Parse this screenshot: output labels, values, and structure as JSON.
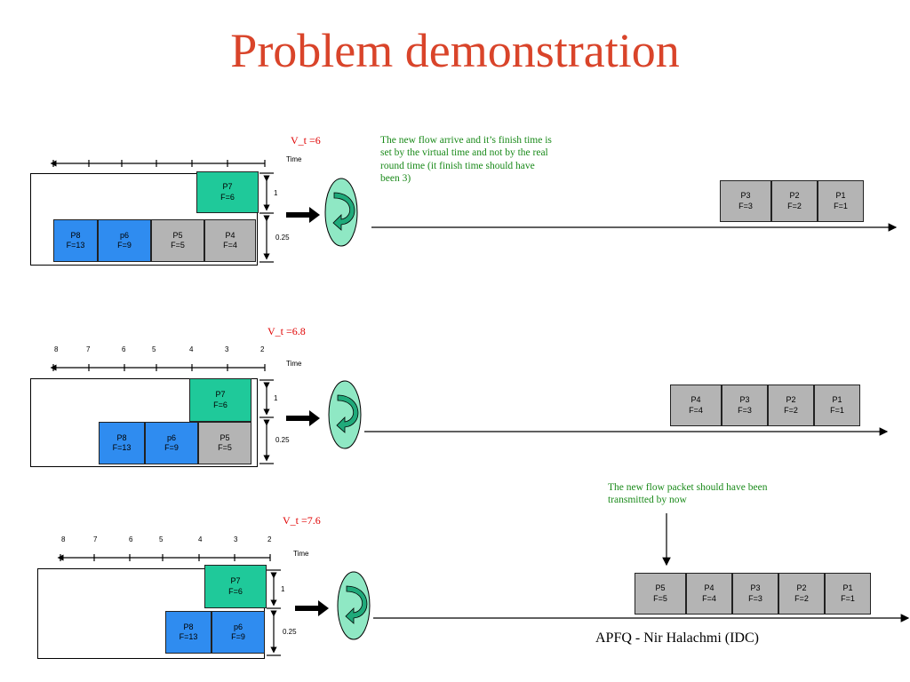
{
  "title": "Problem demonstration",
  "footer": "APFQ - Nir Halachmi (IDC)",
  "time_label": "Time",
  "dim_labels": {
    "top": "1",
    "bottom": "0.25"
  },
  "notes": {
    "top": "The new flow arrive and it’s finish time is set by the virtual time and not by the real round time (it finish time should have been 3)",
    "bottom": "The new flow packet should have been transmitted by now"
  },
  "tick_labels": [
    "8",
    "7",
    "6",
    "5",
    "4",
    "3",
    "2"
  ],
  "rows": [
    {
      "vt": "V_t =6",
      "queue": [
        {
          "name": "P8",
          "f": "F=13",
          "color": "blue"
        },
        {
          "name": "p6",
          "f": "F=9",
          "color": "blue"
        },
        {
          "name": "P5",
          "f": "F=5",
          "color": "gray"
        },
        {
          "name": "P4",
          "f": "F=4",
          "color": "gray"
        }
      ],
      "new": {
        "name": "P7",
        "f": "F=6"
      },
      "output": [
        {
          "name": "P3",
          "f": "F=3"
        },
        {
          "name": "P2",
          "f": "F=2"
        },
        {
          "name": "P1",
          "f": "F=1"
        }
      ]
    },
    {
      "vt": "V_t =6.8",
      "queue": [
        {
          "name": "P8",
          "f": "F=13",
          "color": "blue"
        },
        {
          "name": "p6",
          "f": "F=9",
          "color": "blue"
        },
        {
          "name": "P5",
          "f": "F=5",
          "color": "gray"
        }
      ],
      "new": {
        "name": "P7",
        "f": "F=6"
      },
      "output": [
        {
          "name": "P4",
          "f": "F=4"
        },
        {
          "name": "P3",
          "f": "F=3"
        },
        {
          "name": "P2",
          "f": "F=2"
        },
        {
          "name": "P1",
          "f": "F=1"
        }
      ]
    },
    {
      "vt": "V_t =7.6",
      "queue": [
        {
          "name": "P8",
          "f": "F=13",
          "color": "blue"
        },
        {
          "name": "p6",
          "f": "F=9",
          "color": "blue"
        }
      ],
      "new": {
        "name": "P7",
        "f": "F=6"
      },
      "output": [
        {
          "name": "P5",
          "f": "F=5"
        },
        {
          "name": "P4",
          "f": "F=4"
        },
        {
          "name": "P3",
          "f": "F=3"
        },
        {
          "name": "P2",
          "f": "F=2"
        },
        {
          "name": "P1",
          "f": "F=1"
        }
      ]
    }
  ]
}
